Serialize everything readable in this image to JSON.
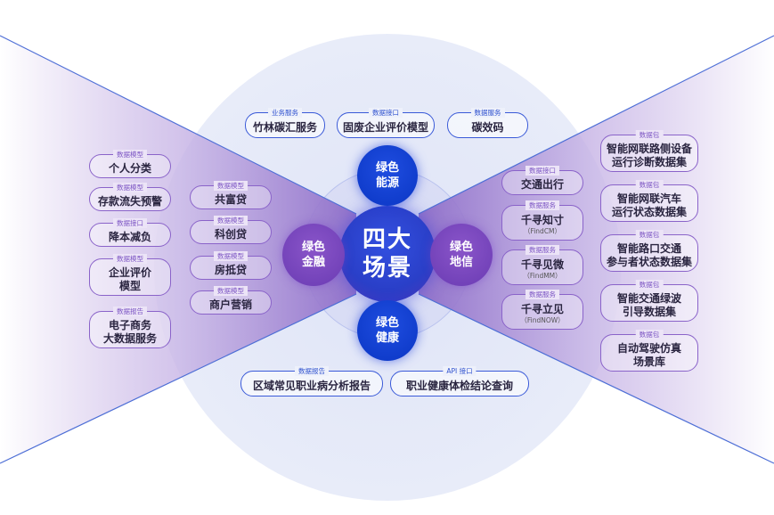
{
  "center": {
    "title": "四大场景"
  },
  "scenes": {
    "top": "绿色能源",
    "left": "绿色金融",
    "right": "绿色地信",
    "bottom": "绿色健康"
  },
  "colors": {
    "blue": "#0a36c4",
    "purple": "#7a48bf",
    "border_blue": "#3a5ad8",
    "border_purple": "#8a63c9"
  },
  "energy_items": [
    {
      "tag": "业务服务",
      "label": "竹林碳汇服务"
    },
    {
      "tag": "数据接口",
      "label": "固废企业评价模型"
    },
    {
      "tag": "数据服务",
      "label": "碳效码"
    }
  ],
  "health_items": [
    {
      "tag": "数据报告",
      "label": "区域常见职业病分析报告"
    },
    {
      "tag": "API 接口",
      "label": "职业健康体检结论查询"
    }
  ],
  "finance_outer": [
    {
      "tag": "数据模型",
      "label": "个人分类"
    },
    {
      "tag": "数据模型",
      "label": "存款流失预警"
    },
    {
      "tag": "数据接口",
      "label": "降本减负"
    },
    {
      "tag": "数据模型",
      "label": "企业评价模型"
    },
    {
      "tag": "数据报告",
      "label": "电子商务大数据服务"
    }
  ],
  "finance_inner": [
    {
      "tag": "数据模型",
      "label": "共富贷"
    },
    {
      "tag": "数据模型",
      "label": "科创贷"
    },
    {
      "tag": "数据模型",
      "label": "房抵贷"
    },
    {
      "tag": "数据模型",
      "label": "商户营销"
    }
  ],
  "geo_inner": [
    {
      "tag": "数据接口",
      "label": "交通出行"
    },
    {
      "tag": "数据服务",
      "label": "千寻知寸",
      "sub": "（FindCM）"
    },
    {
      "tag": "数据服务",
      "label": "千寻见微",
      "sub": "（FindMM）"
    },
    {
      "tag": "数据服务",
      "label": "千寻立见",
      "sub": "（FindNOW）"
    }
  ],
  "geo_outer": [
    {
      "tag": "数据包",
      "label": "智能网联路侧设备运行诊断数据集"
    },
    {
      "tag": "数据包",
      "label": "智能网联汽车运行状态数据集"
    },
    {
      "tag": "数据包",
      "label": "智能路口交通参与者状态数据集"
    },
    {
      "tag": "数据包",
      "label": "智能交通绿波引导数据集"
    },
    {
      "tag": "数据包",
      "label": "自动驾驶仿真场景库"
    }
  ]
}
